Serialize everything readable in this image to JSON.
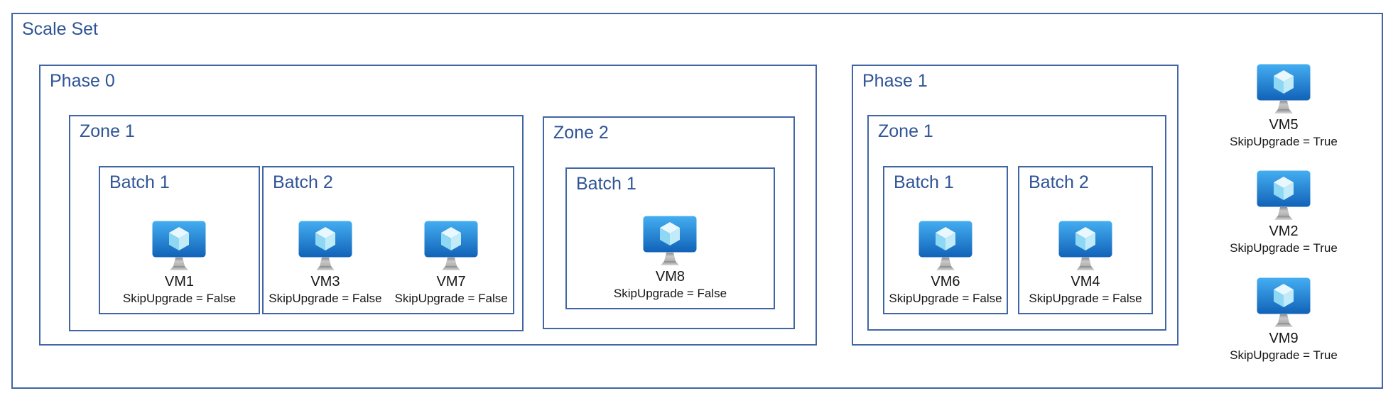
{
  "diagram": {
    "title": "Scale Set",
    "colors": {
      "box_border": "#4166a5",
      "label_text": "#2f5496",
      "vm_text": "#161616",
      "monitor_gradient_top": "#44aef1",
      "monitor_gradient_bottom": "#1162b8",
      "cube_top_face": "#e8f8fe",
      "cube_left_face": "#8fd8f4",
      "cube_right_face": "#c2ebfa"
    },
    "icons": {
      "vm_icon": "azure-virtual-machine-icon"
    },
    "phases": [
      {
        "label": "Phase 0",
        "zones": [
          {
            "label": "Zone 1",
            "batches": [
              {
                "label": "Batch 1",
                "vms": [
                  {
                    "name": "VM1",
                    "skip": "SkipUpgrade = False"
                  }
                ]
              },
              {
                "label": "Batch 2",
                "vms": [
                  {
                    "name": "VM3",
                    "skip": "SkipUpgrade = False"
                  },
                  {
                    "name": "VM7",
                    "skip": "SkipUpgrade = False"
                  }
                ]
              }
            ]
          },
          {
            "label": "Zone 2",
            "batches": [
              {
                "label": "Batch 1",
                "vms": [
                  {
                    "name": "VM8",
                    "skip": "SkipUpgrade = False"
                  }
                ]
              }
            ]
          }
        ]
      },
      {
        "label": "Phase 1",
        "zones": [
          {
            "label": "Zone 1",
            "batches": [
              {
                "label": "Batch 1",
                "vms": [
                  {
                    "name": "VM6",
                    "skip": "SkipUpgrade = False"
                  }
                ]
              },
              {
                "label": "Batch 2",
                "vms": [
                  {
                    "name": "VM4",
                    "skip": "SkipUpgrade = False"
                  }
                ]
              }
            ]
          }
        ]
      }
    ],
    "unassigned_vms": [
      {
        "name": "VM5",
        "skip": "SkipUpgrade = True"
      },
      {
        "name": "VM2",
        "skip": "SkipUpgrade = True"
      },
      {
        "name": "VM9",
        "skip": "SkipUpgrade = True"
      }
    ]
  }
}
